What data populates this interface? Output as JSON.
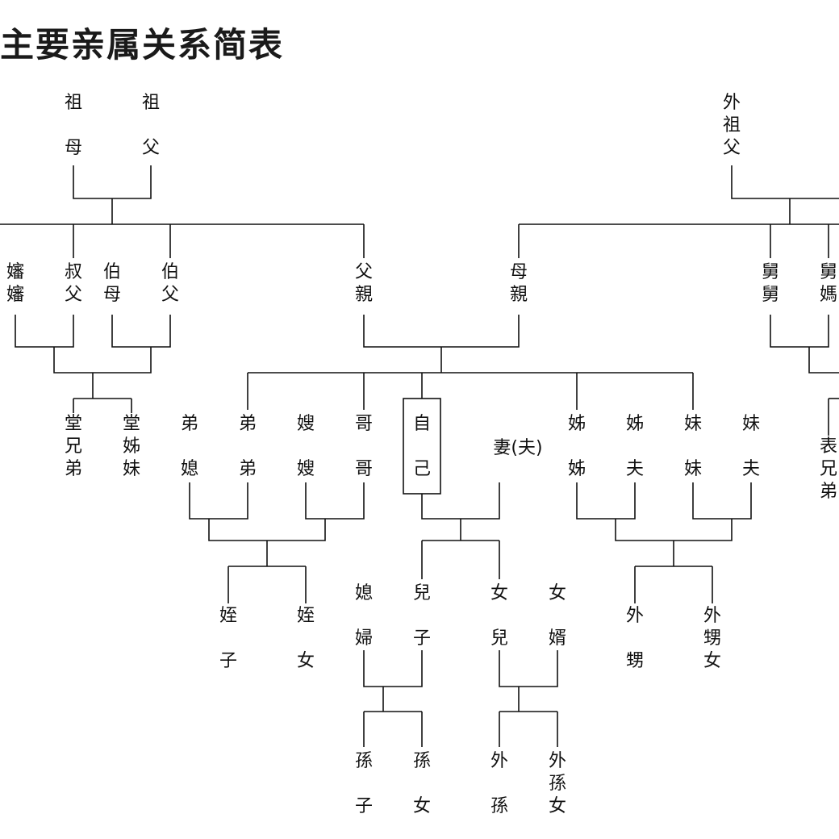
{
  "title": "主要亲属关系简表",
  "nodes": {
    "zumu": [
      "祖",
      "",
      "母"
    ],
    "zufu": [
      "祖",
      "",
      "父"
    ],
    "waizufu": [
      "外",
      "祖",
      "父"
    ],
    "shenshen": [
      "嬸",
      "嬸"
    ],
    "shufu": [
      "叔",
      "父"
    ],
    "bomu": [
      "伯",
      "母"
    ],
    "bofu": [
      "伯",
      "父"
    ],
    "fuqin": [
      "父",
      "親"
    ],
    "muqin": [
      "母",
      "親"
    ],
    "jiujiu": [
      "舅",
      "舅"
    ],
    "jiuma": [
      "舅",
      "媽"
    ],
    "tangxiongdi": [
      "堂",
      "兄",
      "弟"
    ],
    "tangzimei": [
      "堂",
      "姊",
      "妹"
    ],
    "dixi": [
      "弟",
      "",
      "媳"
    ],
    "didi": [
      "弟",
      "",
      "弟"
    ],
    "sao": [
      "嫂",
      "",
      "嫂"
    ],
    "gege": [
      "哥",
      "",
      "哥"
    ],
    "ziji": [
      "自",
      "",
      "己"
    ],
    "qi": "妻(夫)",
    "jiejie": [
      "姊",
      "",
      "姊"
    ],
    "jiefu": [
      "姊",
      "",
      "夫"
    ],
    "meimei": [
      "妹",
      "",
      "妹"
    ],
    "meifu": [
      "妹",
      "",
      "夫"
    ],
    "biaoxiongdi": [
      "表",
      "兄",
      "弟"
    ],
    "zhizi": [
      "姪",
      "",
      "子"
    ],
    "zhinv": [
      "姪",
      "",
      "女"
    ],
    "xifu": [
      "媳",
      "",
      "婦"
    ],
    "erzi": [
      "兒",
      "",
      "子"
    ],
    "nver": [
      "女",
      "",
      "兒"
    ],
    "nvxu": [
      "女",
      "",
      "婿"
    ],
    "waisheng": [
      "外",
      "",
      "甥"
    ],
    "waishengnv": [
      "外",
      "甥",
      "女"
    ],
    "sunzi": [
      "孫",
      "",
      "子"
    ],
    "sunnv": [
      "孫",
      "",
      "女"
    ],
    "waisun": [
      "外",
      "",
      "孫"
    ],
    "waisunnv": [
      "外",
      "孫",
      "女"
    ]
  }
}
